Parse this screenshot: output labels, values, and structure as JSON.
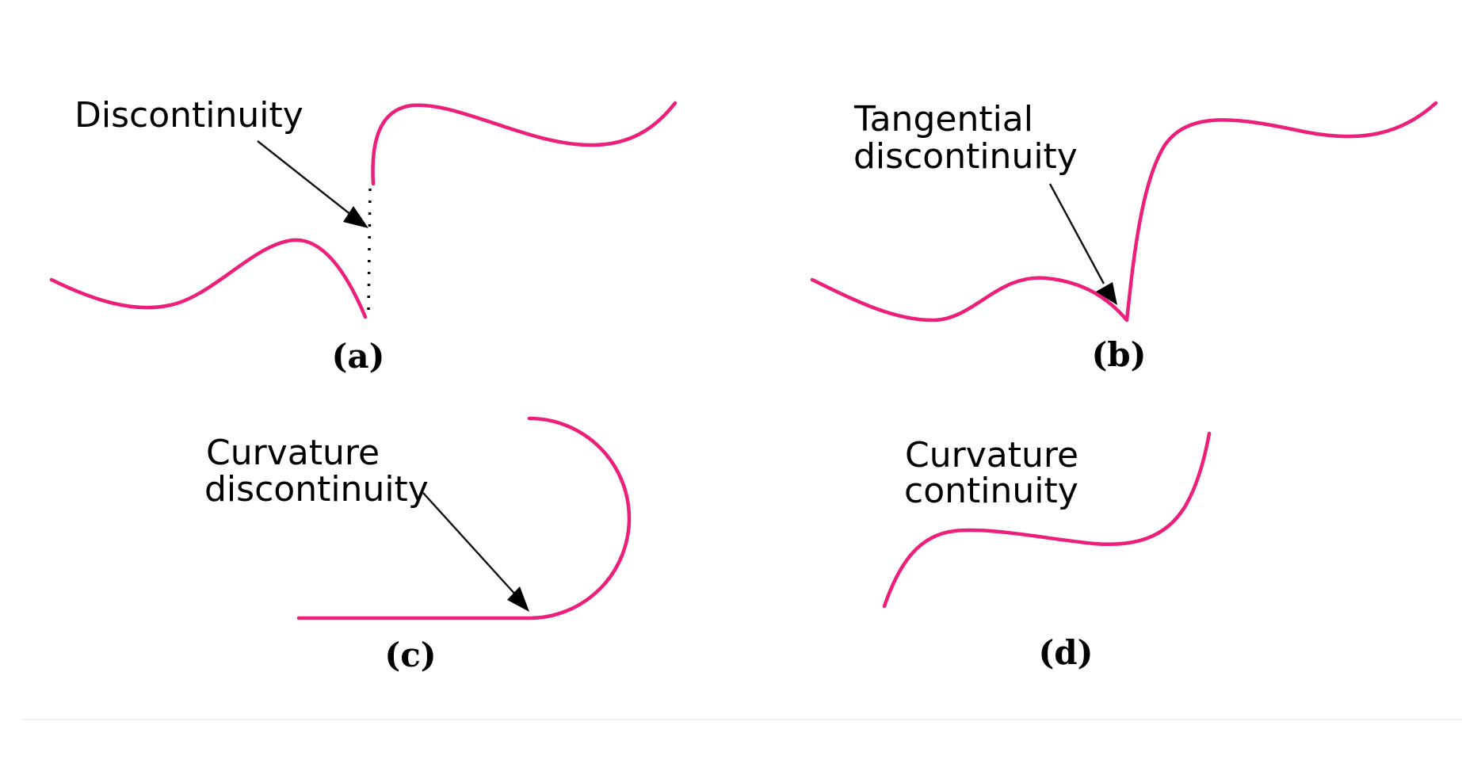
{
  "panels": {
    "a": {
      "label": "Discontinuity",
      "caption": "(a)"
    },
    "b": {
      "label_line1": "Tangential",
      "label_line2": "discontinuity",
      "caption": "(b)"
    },
    "c": {
      "label_line1": "Curvature",
      "label_line2": "discontinuity",
      "caption": "(c)"
    },
    "d": {
      "label_line1": "Curvature",
      "label_line2": "continuity",
      "caption": "(d)"
    }
  },
  "colors": {
    "curve": "#ec1f7b",
    "annotation": "#000000",
    "background": "#ffffff"
  }
}
